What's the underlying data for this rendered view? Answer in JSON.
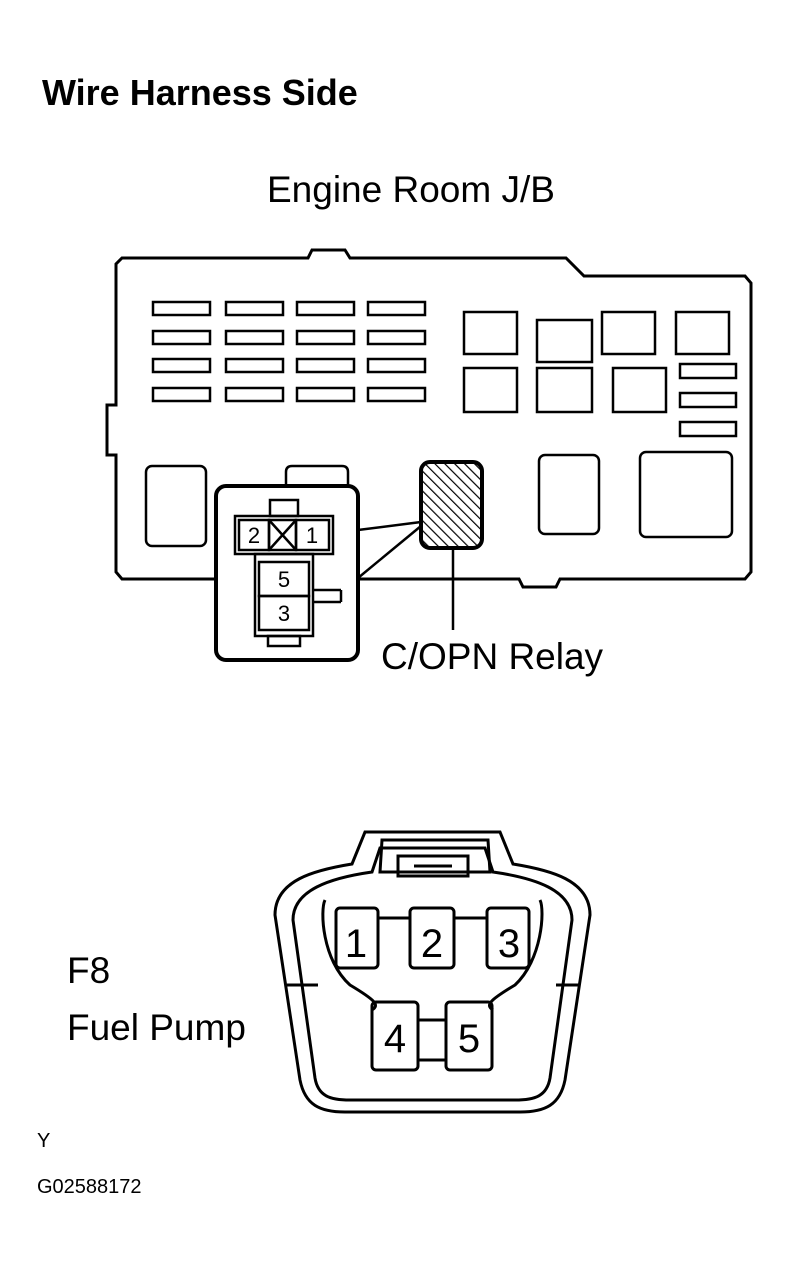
{
  "heading": "Wire Harness Side",
  "junction_box": {
    "title": "Engine Room J/B",
    "relay_label": "C/OPN Relay",
    "relay_pins": [
      "2",
      "1",
      "5",
      "3"
    ]
  },
  "connector": {
    "code": "F8",
    "name": "Fuel Pump",
    "pins": [
      "1",
      "2",
      "3",
      "4",
      "5"
    ]
  },
  "footer": {
    "letter": "Y",
    "figure_id": "G02588172"
  }
}
